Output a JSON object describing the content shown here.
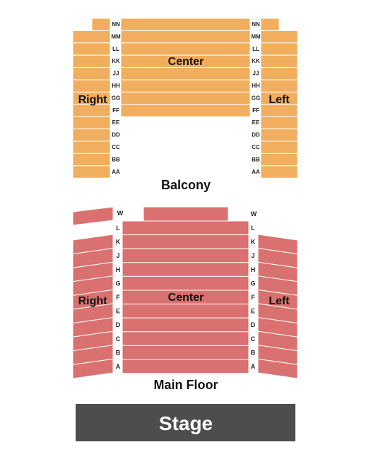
{
  "colors": {
    "balcony": "#f0ae5e",
    "main_floor": "#d8716f",
    "stage": "#4d4d4d",
    "divider": "#ffffff"
  },
  "balcony": {
    "name": "Balcony",
    "rows": [
      "NN",
      "MM",
      "LL",
      "KK",
      "JJ",
      "HH",
      "GG",
      "FF",
      "EE",
      "DD",
      "CC",
      "BB",
      "AA"
    ],
    "sections": {
      "right": "Right",
      "center": "Center",
      "left": "Left"
    }
  },
  "main_floor": {
    "name": "Main Floor",
    "top_row": "W",
    "rows": [
      "L",
      "K",
      "J",
      "H",
      "G",
      "F",
      "E",
      "D",
      "C",
      "B",
      "A"
    ],
    "sections": {
      "right": "Right",
      "center": "Center",
      "left": "Left"
    }
  },
  "stage": {
    "label": "Stage"
  }
}
